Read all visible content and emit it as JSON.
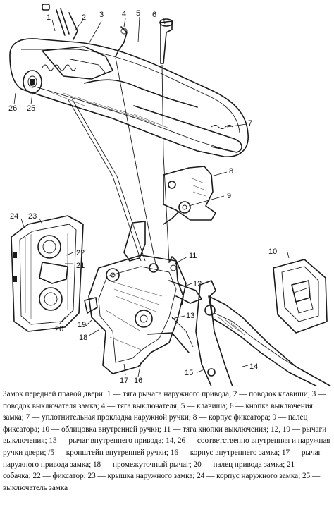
{
  "labels": {
    "l1": "1",
    "l2": "2",
    "l3": "3",
    "l4": "4",
    "l5": "5",
    "l6": "6",
    "l7": "7",
    "l8": "8",
    "l9": "9",
    "l10": "10",
    "l11": "11",
    "l12": "12",
    "l13": "13",
    "l14": "14",
    "l15": "15",
    "l16": "16",
    "l17": "17",
    "l18": "18",
    "l19": "19",
    "l20": "20",
    "l21": "21",
    "l22": "22",
    "l23": "23",
    "l24": "24",
    "l25": "25",
    "l26": "26"
  },
  "caption": "Замок передней правой двери: 1 — тяга рычага наружного привода; 2 — поводок клавиши; 3 — поводок выключателя замка; 4 — тяга выключателя; 5 — клавиша; 6 — кнопка выключения замка; 7 — уплотнительная прокладка наружной ручки; 8 — корпус фиксатора; 9 — палец фиксатора; 10 — облицовка внутренней ручки; 11 — тяга кнопки выключения; 12, 19 — рычаги выключения; 13 — рычаг внутреннего привода; 14, 26 — соответственно внутренняя и наружная ручки двери; /5 — кронштейн внутренней ручки; 16 — корпус внутреннего замка; 17 — рычаг наружного привода замка; 18 — промежуточный рычаг; 20 — палец привода замка; 21 — собачка; 22 — фиксатор; 23 — крышка наружного замка; 24 — корпус наружного замка; 25 — выключатель замка"
}
